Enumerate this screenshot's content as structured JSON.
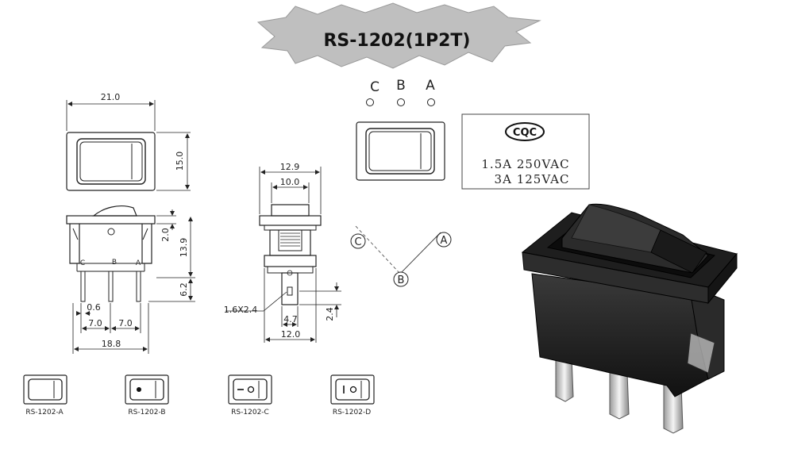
{
  "title": "RS-1202(1P2T)",
  "front_view": {
    "width_label": "21.0",
    "height_label": "15.0"
  },
  "side_view": {
    "dim_top": "2.0",
    "dim_body": "13.9",
    "dim_pin": "6.2",
    "pin_thickness": "0.6",
    "pitch_left": "7.0",
    "pitch_right": "7.0",
    "total_width": "18.8",
    "pins": [
      "C",
      "B",
      "A"
    ]
  },
  "end_view": {
    "outer_width": "12.9",
    "inner_width": "10.0",
    "hole_label": "1.6X2.4",
    "dim_2_4": "2.4",
    "dim_4_7": "4.7",
    "dim_12_0": "12.0"
  },
  "panel_cutout": {
    "terminals": [
      "C",
      "B",
      "A"
    ]
  },
  "rating": {
    "cert": "CQC",
    "line1": "1.5A  250VAC",
    "line2": "3A  125VAC"
  },
  "circuit": {
    "c": "C",
    "b": "B",
    "a": "A"
  },
  "variants": [
    {
      "label": "RS-1202-A",
      "marking": "none"
    },
    {
      "label": "RS-1202-B",
      "marking": "dot"
    },
    {
      "label": "RS-1202-C",
      "marking": "line-circle"
    },
    {
      "label": "RS-1202-D",
      "marking": "bar-circle"
    }
  ]
}
